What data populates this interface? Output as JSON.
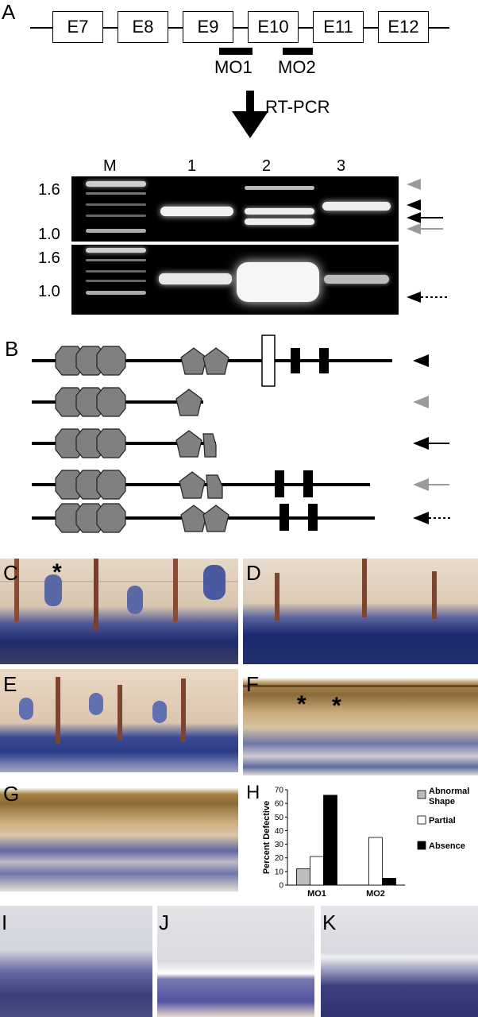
{
  "panels": {
    "A": "A",
    "B": "B",
    "C": "C",
    "D": "D",
    "E": "E",
    "F": "F",
    "G": "G",
    "H": "H",
    "I": "I",
    "J": "J",
    "K": "K"
  },
  "exons": [
    "E7",
    "E8",
    "E9",
    "E10",
    "E11",
    "E12"
  ],
  "morpholinos": [
    "MO1",
    "MO2"
  ],
  "rtpcr_label": "RT-PCR",
  "gel": {
    "lanes": [
      "M",
      "1",
      "2",
      "3"
    ],
    "top_markers": [
      "1.6",
      "1.0"
    ],
    "bottom_markers": [
      "1.6",
      "1.0"
    ]
  },
  "stars": [
    "*",
    "*",
    "*"
  ],
  "chart_data": {
    "type": "bar",
    "categories": [
      "MO1",
      "MO2"
    ],
    "series": [
      {
        "name": "Abnormal Shape",
        "values": [
          12,
          0
        ],
        "color": "#bdbdbd"
      },
      {
        "name": "Partial",
        "values": [
          21,
          35
        ],
        "color": "#ffffff"
      },
      {
        "name": "Absence",
        "values": [
          66,
          5
        ],
        "color": "#000000"
      }
    ],
    "ylabel": "Percent Defective",
    "ylim": [
      0,
      70
    ],
    "yticks": [
      "0",
      "10",
      "20",
      "30",
      "40",
      "50",
      "60",
      "70"
    ],
    "legend_placement": "right",
    "grid": false
  }
}
